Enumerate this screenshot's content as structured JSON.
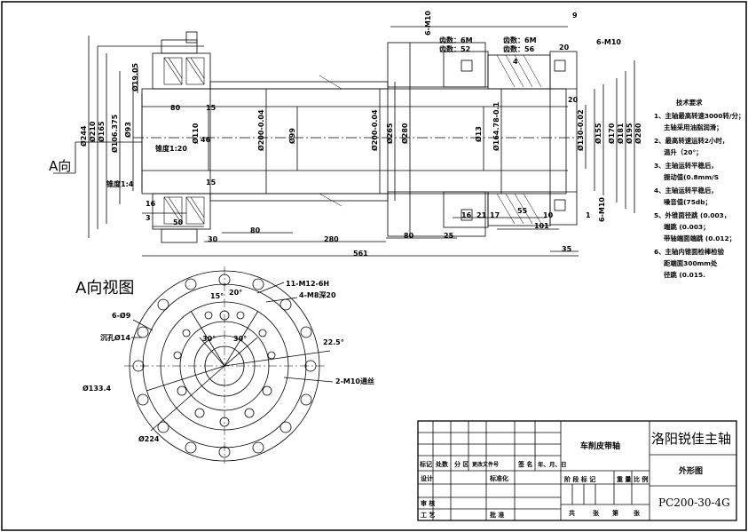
{
  "section": {
    "label": "A向",
    "view_title": "A向视图"
  },
  "side_view": {
    "dims": [
      "Ø244",
      "Ø210",
      "Ø165",
      "Ø106.375",
      "Ø93",
      "Ø110",
      "46",
      "Ø19.05",
      "Ø200-0.04",
      "Ø99",
      "Ø200-0.04",
      "Ø280",
      "Ø265",
      "Ø13",
      "Ø164.78-0.1",
      "Ø130-0.02",
      "Ø155",
      "Ø170",
      "Ø181",
      "Ø195",
      "Ø280"
    ],
    "lengths": [
      "80",
      "15",
      "15",
      "16",
      "3",
      "50",
      "30",
      "80",
      "280",
      "80",
      "25",
      "16",
      "21",
      "17",
      "55",
      "10",
      "101",
      "1",
      "35",
      "561",
      "20",
      "20",
      "9"
    ],
    "notes": [
      "锥度1:20",
      "锥度1:4",
      "6-M10",
      "6-M10",
      "6-M10",
      "4"
    ],
    "gear1": [
      "齿数：6M",
      "齿数：52"
    ],
    "gear2": [
      "齿数：6M",
      "齿数：56"
    ]
  },
  "tech_req": {
    "title": "技术要求",
    "lines": [
      "1、主轴最高转速3000转/分；",
      "主轴采用油脂润滑；",
      "2、最高转速运转2小时，",
      "温升（20°；",
      "3、主轴运转平稳后，",
      "振动值(0.8mm/S",
      "4、主轴运转平稳后，",
      "噪音值(75db；",
      "5、外锥面径跳 (0.003，",
      "端跳 (0.003；",
      "带轴端面端跳 (0.012；",
      "6、主轴内锥面检棒检验",
      "距端面300mm处",
      "径跳 (0.015."
    ]
  },
  "a_view": {
    "labels": [
      "15°",
      "20°",
      "11-M12-6H",
      "4-M8深20",
      "6-Ø9",
      "沉孔Ø14",
      "30°",
      "30°",
      "22.5°",
      "2-M10通丝",
      "Ø133.4",
      "Ø224"
    ]
  },
  "title_block": {
    "part_name": "车削皮带轴",
    "company": "洛阳锐佳主轴",
    "view_name": "外形图",
    "drawing_no": "PC200-30-4G",
    "header_row": [
      "标记",
      "处数",
      "分 区",
      "更改文件号",
      "签 名",
      "年、月、日"
    ],
    "design": "设计",
    "standard": "标准化",
    "stage_row": [
      "阶 段 标 记",
      "重 量",
      "比 例"
    ],
    "review": "审 核",
    "process": "工 艺",
    "approve": "批 准",
    "sheets": [
      "共",
      "张",
      "第",
      "张"
    ]
  }
}
